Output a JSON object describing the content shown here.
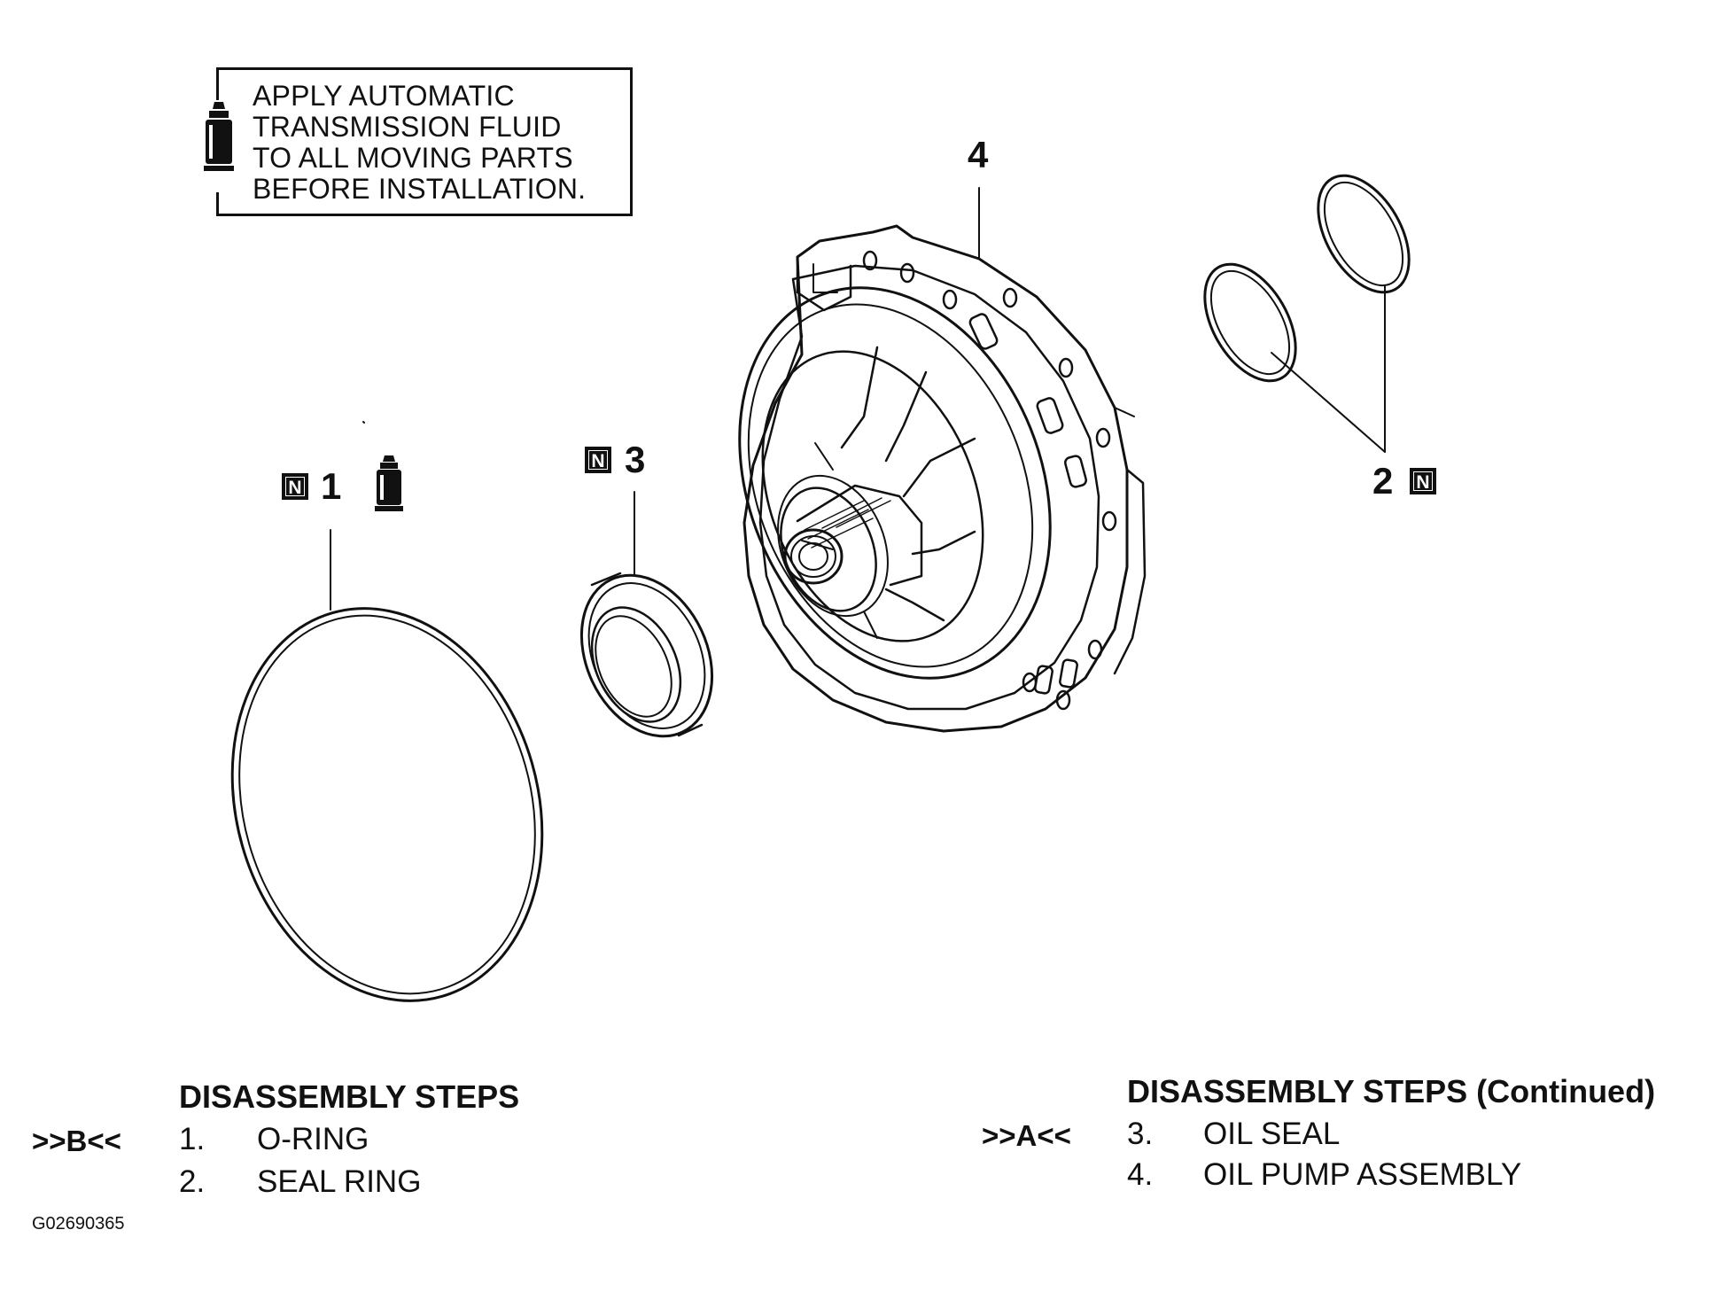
{
  "note": {
    "lines": [
      "APPLY AUTOMATIC",
      "TRANSMISSION FLUID",
      "TO ALL MOVING PARTS",
      "BEFORE INSTALLATION."
    ]
  },
  "callouts": {
    "part1": {
      "number": "1",
      "badge": "N"
    },
    "part2": {
      "number": "2",
      "badge": "N"
    },
    "part3": {
      "number": "3",
      "badge": "N"
    },
    "part4": {
      "number": "4"
    }
  },
  "steps_left": {
    "title": "DISASSEMBLY STEPS",
    "ref": ">>B<<",
    "items": [
      {
        "num": "1.",
        "label": "O-RING"
      },
      {
        "num": "2.",
        "label": "SEAL RING"
      }
    ]
  },
  "steps_right": {
    "title": "DISASSEMBLY STEPS (Continued)",
    "ref": ">>A<<",
    "items": [
      {
        "num": "3.",
        "label": "OIL SEAL"
      },
      {
        "num": "4.",
        "label": "OIL PUMP ASSEMBLY"
      }
    ]
  },
  "figure_id": "G02690365",
  "icons": [
    "oil-can-icon",
    "new-part-badge-icon"
  ],
  "colors": {
    "ink": "#111111",
    "paper": "#ffffff"
  }
}
